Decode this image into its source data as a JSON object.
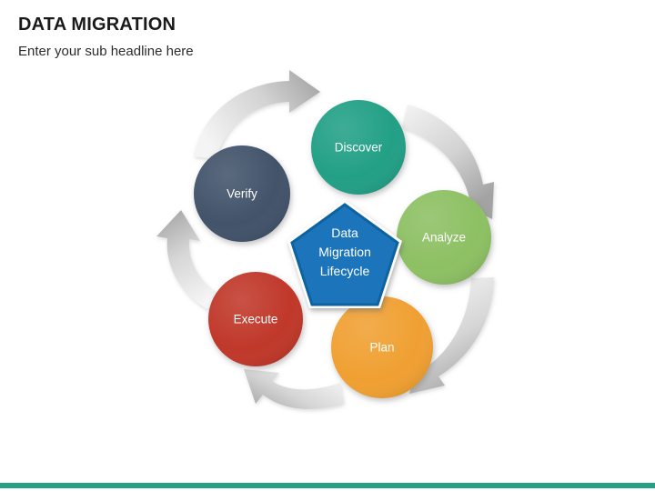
{
  "slide": {
    "title": "DATA MIGRATION",
    "subtitle": "Enter your sub headline here",
    "background_color": "#FFFFFF",
    "accent_bar_color": "#23A086"
  },
  "diagram": {
    "type": "cycle-diagram",
    "center": {
      "shape": "pentagon",
      "line1": "Data",
      "line2": "Migration",
      "line3": "Lifecycle",
      "fill_color": "#1B75BB",
      "stroke_color": "#11639F",
      "text_color": "#FFFFFF"
    },
    "stages": [
      {
        "label": "Discover",
        "color": "#23A086",
        "text_color": "#FFFFFF",
        "order": 1
      },
      {
        "label": "Analyze",
        "color": "#8DC063",
        "text_color": "#FFFFFF",
        "order": 2
      },
      {
        "label": "Plan",
        "color": "#F0A030",
        "text_color": "#FFFFFF",
        "order": 3
      },
      {
        "label": "Execute",
        "color": "#C0392B",
        "text_color": "#FFFFFF",
        "order": 4
      },
      {
        "label": "Verify",
        "color": "#43536B",
        "text_color": "#FFFFFF",
        "order": 5
      }
    ],
    "arrows": {
      "count": 5,
      "direction": "clockwise",
      "color_light": "#F2F2F2",
      "color_dark": "#9E9E9E"
    }
  }
}
